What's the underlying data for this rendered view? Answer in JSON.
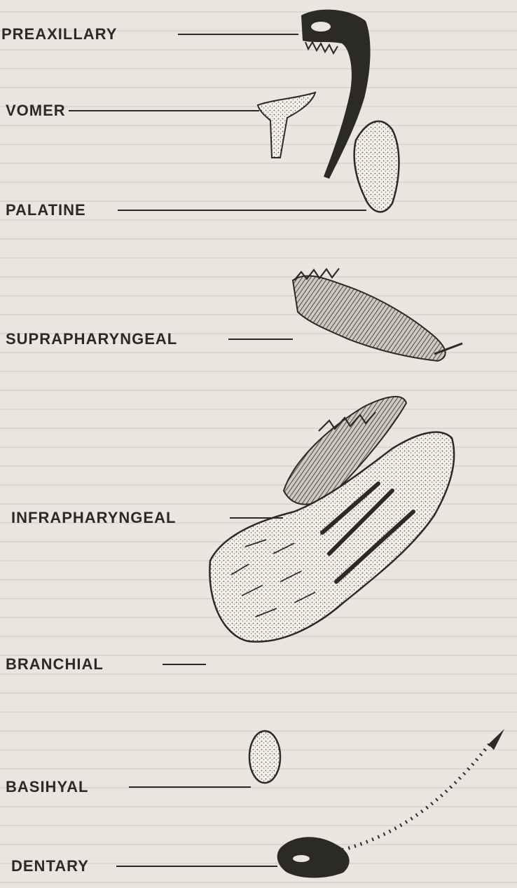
{
  "labels": {
    "preaxillary": "PREAXILLARY",
    "vomer": "VOMER",
    "palatine": "PALATINE",
    "suprapharyngeal": "SUPRAPHARYNGEAL",
    "infrapharyngeal": "INFRAPHARYNGEAL",
    "branchial": "BRANCHIAL",
    "basihyal": "BASIHYAL",
    "dentary": "DENTARY"
  },
  "colors": {
    "ink": "#2b2a27",
    "paper": "#eae6df"
  }
}
